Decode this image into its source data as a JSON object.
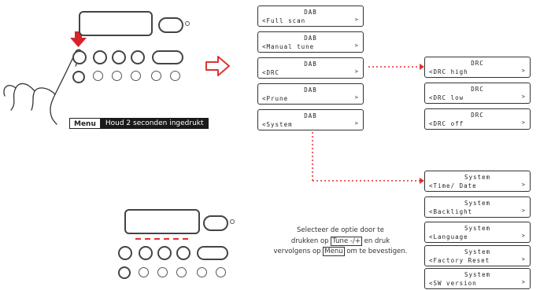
{
  "menu_label": {
    "key": "Menu",
    "text": "Houd 2 seconden ingedrukt"
  },
  "instruction": {
    "line1": "Selecteer de optie door te",
    "line2_pre": "drukken op ",
    "line2_boxed": "Tune -/+",
    "line2_post": " en druk",
    "line3_pre": "vervolgens op ",
    "line3_boxed": "Menu",
    "line3_post": " om te bevestigen."
  },
  "menu_column": [
    {
      "title": "DAB",
      "item": "<Full scan",
      "arrow": ">"
    },
    {
      "title": "DAB",
      "item": "<Manual tune",
      "arrow": ">"
    },
    {
      "title": "DAB",
      "item": "<DRC",
      "arrow": ">"
    },
    {
      "title": "DAB",
      "item": "<Prune",
      "arrow": ">"
    },
    {
      "title": "DAB",
      "item": "<System",
      "arrow": ">"
    }
  ],
  "drc_column": [
    {
      "title": "DRC",
      "item": "<DRC high",
      "arrow": ">"
    },
    {
      "title": "DRC",
      "item": "<DRC low",
      "arrow": ">"
    },
    {
      "title": "DRC",
      "item": "<DRC off",
      "arrow": ">"
    }
  ],
  "system_column": [
    {
      "title": "System",
      "item": "<Time/ Date",
      "arrow": ">"
    },
    {
      "title": "System",
      "item": "<Backlight",
      "arrow": ">"
    },
    {
      "title": "System",
      "item": "<Language",
      "arrow": ">"
    },
    {
      "title": "System",
      "item": "<Factory Reset",
      "arrow": ">"
    },
    {
      "title": "System",
      "item": "<SW version",
      "arrow": ">"
    }
  ],
  "colors": {
    "accent": "#e03030",
    "line": "#333333"
  }
}
